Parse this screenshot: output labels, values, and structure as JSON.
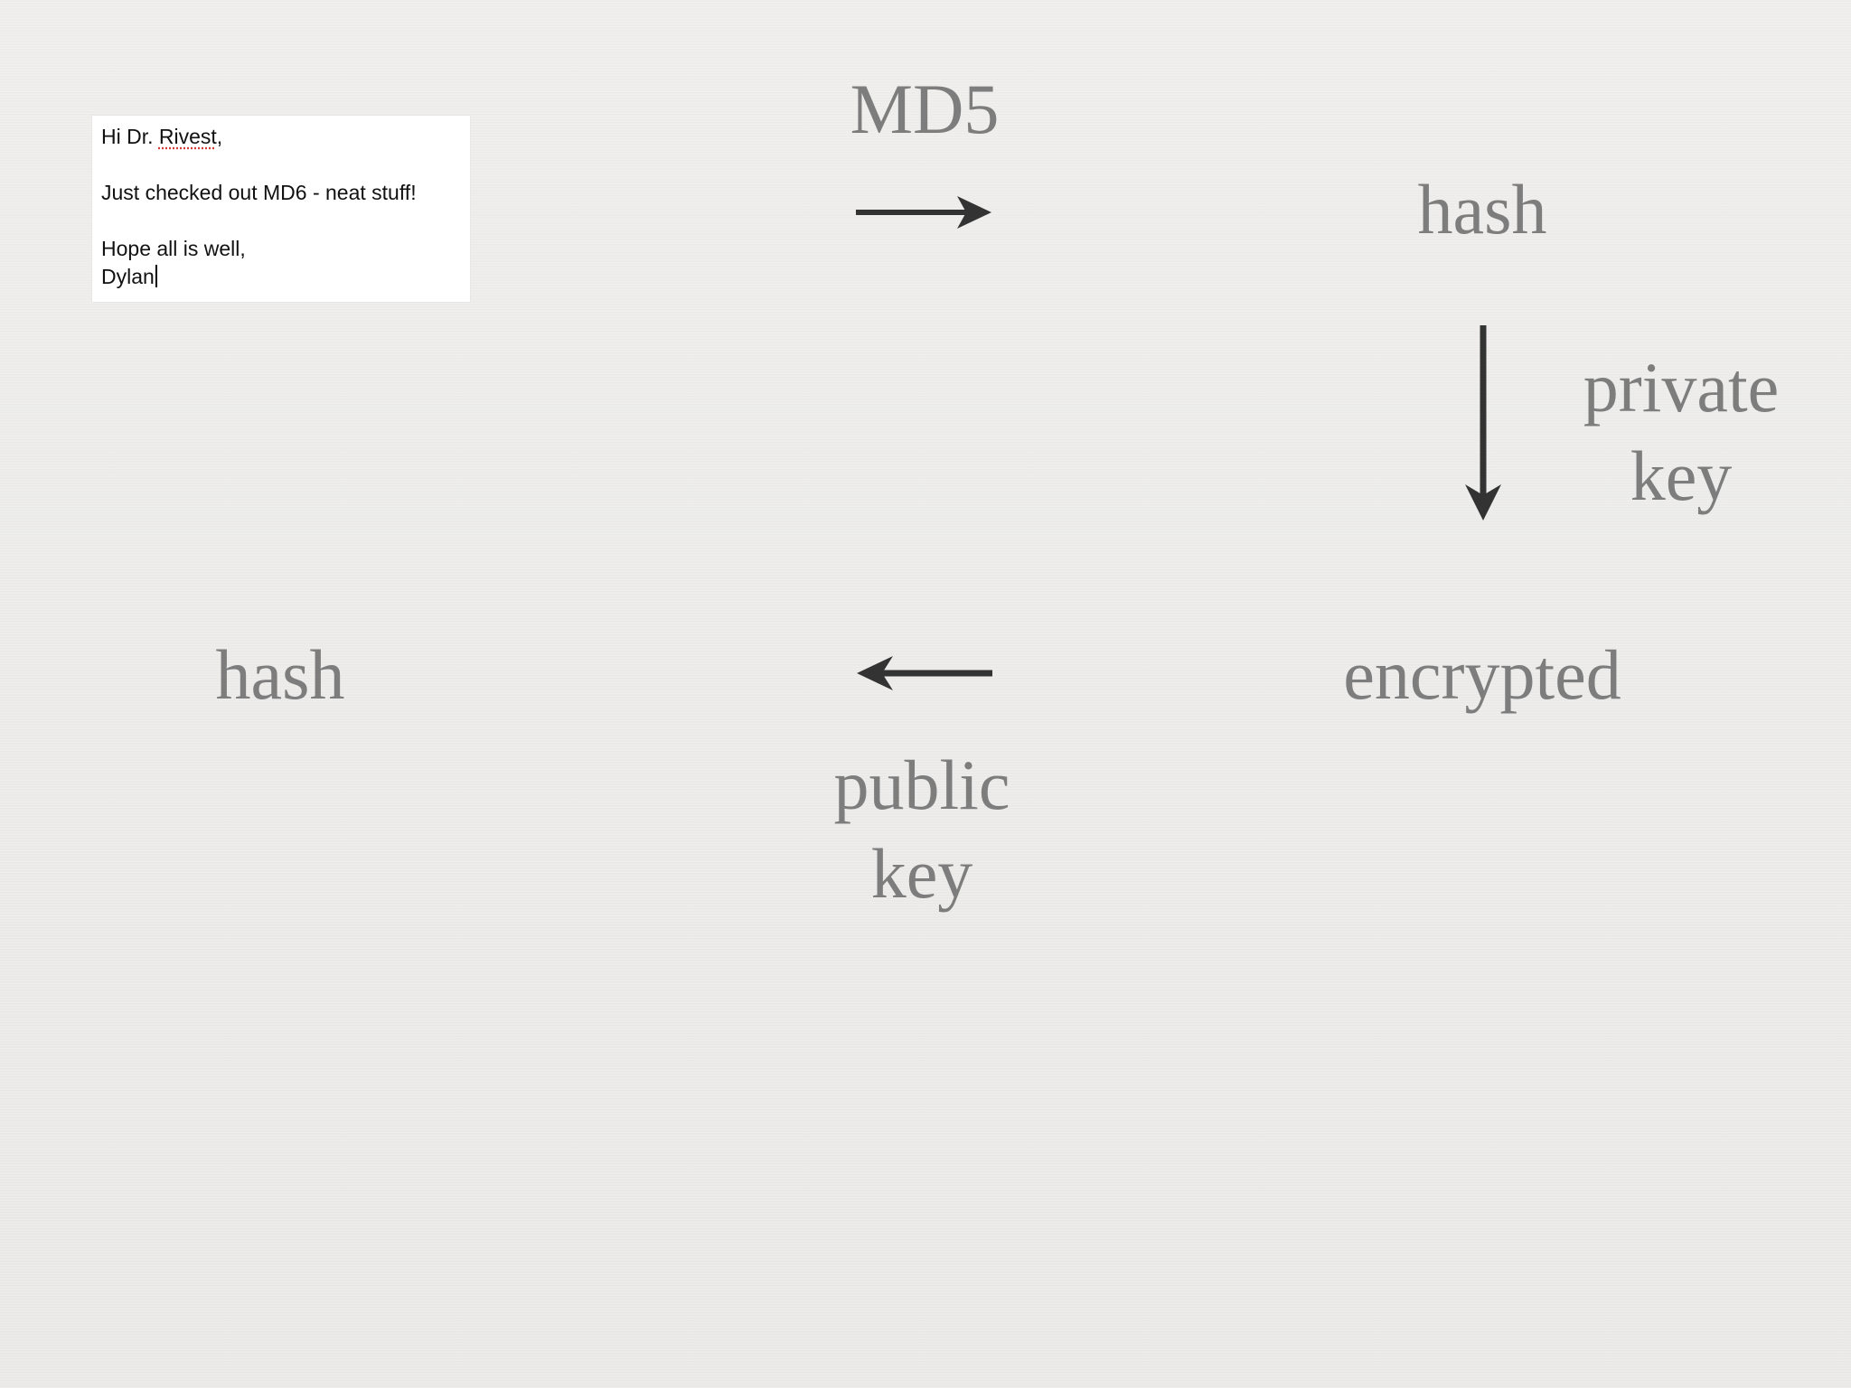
{
  "email": {
    "greeting_prefix": "Hi Dr. ",
    "greeting_name": "Rivest",
    "greeting_suffix": ",",
    "body": "Just checked out MD6 - neat stuff!",
    "closing": "Hope all is well,",
    "signature": "Dylan"
  },
  "diagram": {
    "md5_label": "MD5",
    "hash_top_label": "hash",
    "private_key_line1": "private",
    "private_key_line2": "key",
    "encrypted_label": "encrypted",
    "hash_left_label": "hash",
    "public_key_line1": "public",
    "public_key_line2": "key"
  },
  "colors": {
    "label_text": "#7d7d7d",
    "arrow": "#333333",
    "background": "#ecebea"
  }
}
